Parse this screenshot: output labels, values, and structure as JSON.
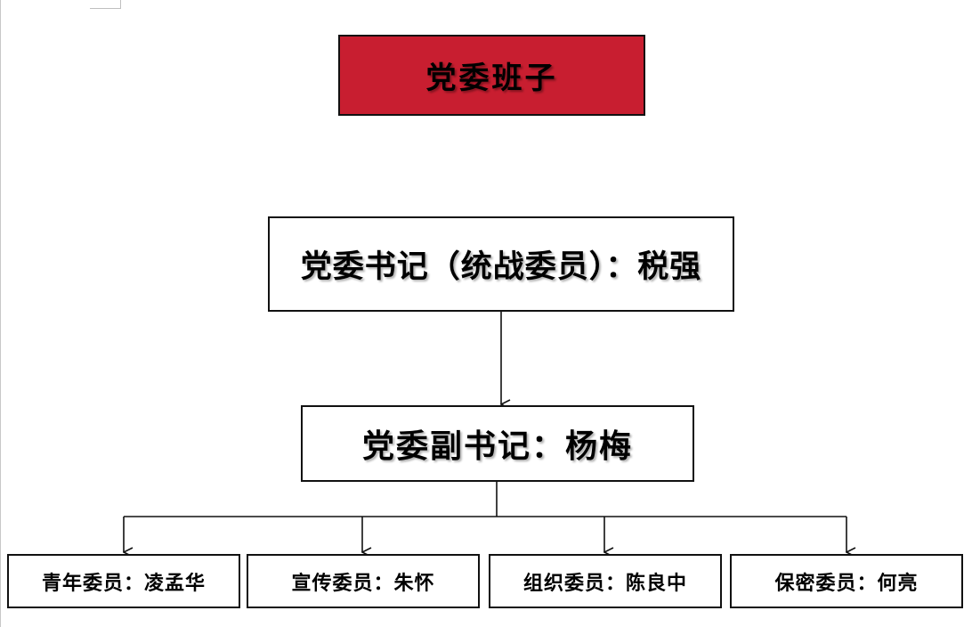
{
  "diagram": {
    "title": "党委班子",
    "secretary": "党委书记（统战委员）：税强",
    "deputy_secretary": "党委副书记：杨梅",
    "members": [
      "青年委员：凌孟华",
      "宣传委员：朱怀",
      "组织委员：陈良中",
      "保密委员：何亮"
    ]
  },
  "colors": {
    "title_fill": "#c81e30",
    "border": "#111111",
    "connector": "#111111"
  }
}
